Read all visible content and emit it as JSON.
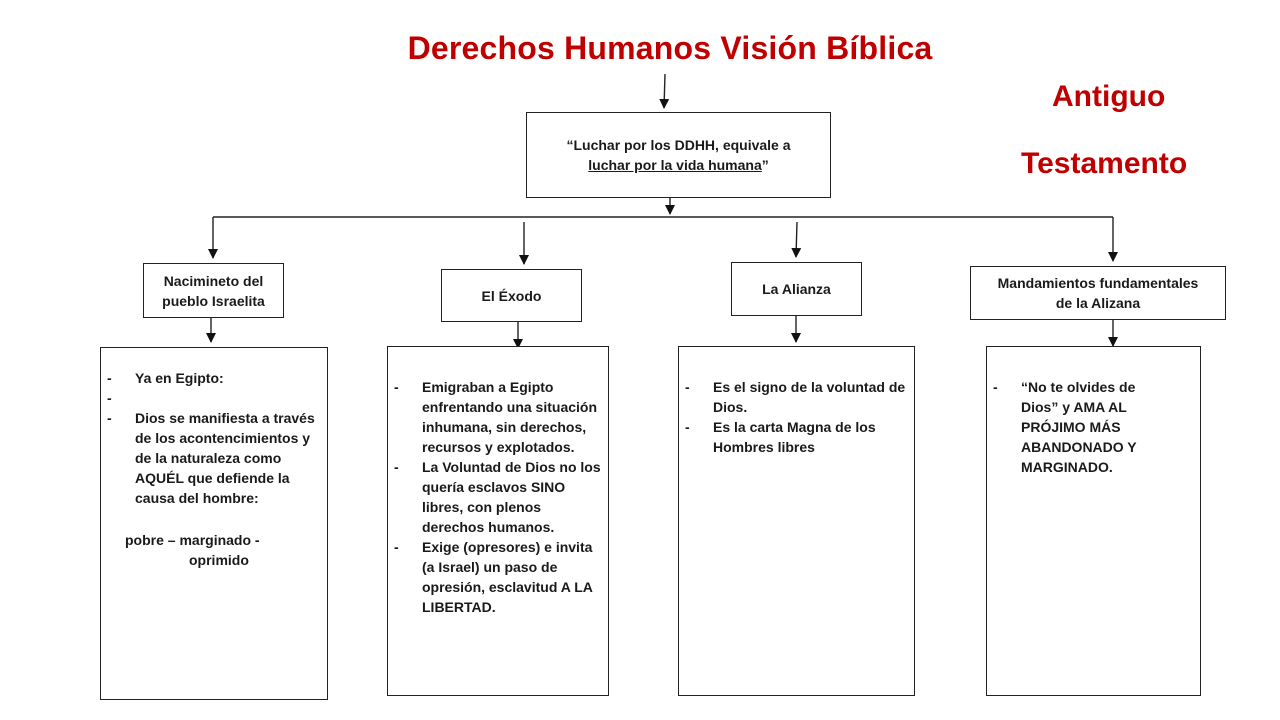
{
  "title": "Derechos Humanos Visión Bíblica",
  "side_title": {
    "line1": "Antiguo",
    "line2": "Testamento"
  },
  "top_box": {
    "line1": "“Luchar por los DDHH, equivale a",
    "line2_underlined": "luchar por la vida humana",
    "line2_tail": "”"
  },
  "categories": [
    {
      "line1": "Nacimineto del",
      "line2": "pueblo Israelita"
    },
    {
      "label": "El Éxodo"
    },
    {
      "label": "La Alianza"
    },
    {
      "line1": "Mandamientos fundamentales",
      "line2": "de la Alizana"
    }
  ],
  "details": {
    "col1": {
      "item1": "Ya en Egipto:",
      "item2": "Dios se manifiesta a través de los acontencimientos y de la naturaleza como AQUÉL que defiende la causa del hombre:",
      "tail1": "pobre – marginado -",
      "tail2": "oprimido"
    },
    "col2": {
      "item1": "Emigraban a Egipto enfrentando una situación inhumana, sin derechos, recursos y explotados.",
      "item2": "La Voluntad de Dios no los quería esclavos SINO libres, con plenos derechos humanos.",
      "item3": "Exige (opresores) e invita (a Israel) un paso de opresión, esclavitud A LA LIBERTAD."
    },
    "col3": {
      "item1": "Es el signo de la voluntad de Dios.",
      "item2": "Es la carta Magna de los Hombres libres"
    },
    "col4": {
      "item1": "“No te olvides de Dios” y AMA AL PRÓJIMO MÁS ABANDONADO Y MARGINADO."
    }
  }
}
